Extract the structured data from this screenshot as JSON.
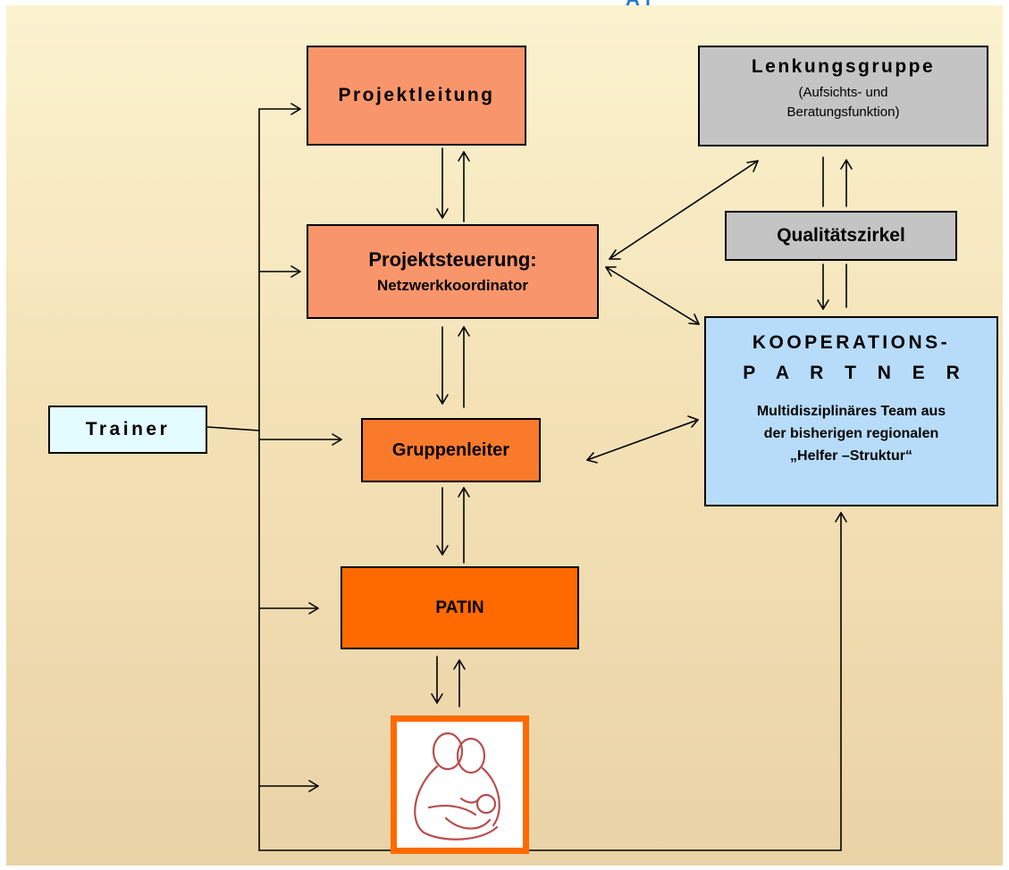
{
  "header": {
    "cropped_title_fragment": "Ar"
  },
  "diagram": {
    "projektleitung": {
      "label": "Projektleitung"
    },
    "projektsteuerung": {
      "title": "Projektsteuerung:",
      "subtitle": "Netzwerkkoordinator"
    },
    "gruppenleiter": {
      "label": "Gruppenleiter"
    },
    "patin": {
      "label": "PATIN"
    },
    "lenkungsgruppe": {
      "title": "Lenkungsgruppe",
      "subtitle_line1": "(Aufsichts- und",
      "subtitle_line2": "Beratungsfunktion)"
    },
    "qualitaetszirkel": {
      "label": "Qualitätszirkel"
    },
    "kooperation": {
      "title_line1": "KOOPERATIONS-",
      "title_line2": "P A R T N E R",
      "desc_line1": "Multidisziplinäres Team aus",
      "desc_line2": "der bisherigen regionalen",
      "desc_line3": "„Helfer –Struktur“"
    },
    "trainer": {
      "label": "Trainer"
    },
    "child_icon": {
      "icon": "mother-child-icon"
    }
  },
  "colors": {
    "salmon": "#f9956b",
    "orange_mid": "#fa7a2c",
    "orange": "#ff6a00",
    "grey": "#c4c4c4",
    "blue": "#b7dcfa",
    "cyan": "#e3fcff",
    "background_top": "#fbf3cf",
    "background_bottom": "#ead3a6",
    "cropped_title": "#2a7ac4"
  }
}
